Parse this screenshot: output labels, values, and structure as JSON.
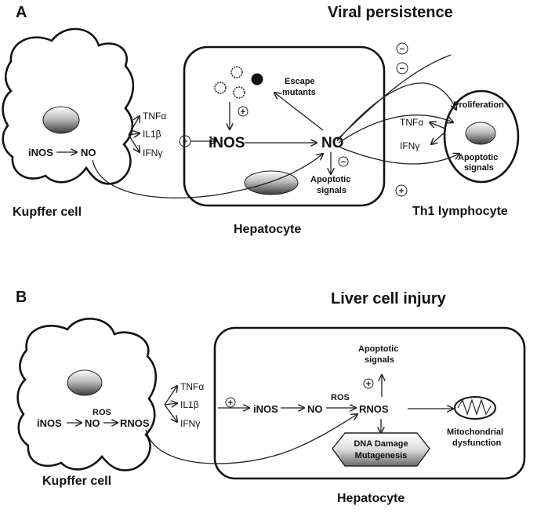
{
  "panel_a": {
    "label": "A",
    "title": "Viral persistence",
    "kupffer": {
      "inos": "iNOS",
      "no": "NO",
      "caption": "Kupffer cell"
    },
    "cytokines": [
      "TNFα",
      "IL1β",
      "IFNγ"
    ],
    "hepatocyte": {
      "caption": "Hepatocyte",
      "inos": "iNOS",
      "no": "NO",
      "escape_1": "Escape",
      "escape_2": "mutants",
      "apoptotic_1": "Apoptotic",
      "apoptotic_2": "signals"
    },
    "th1": {
      "caption": "Th1 lymphocyte",
      "proliferation": "Proliferation",
      "apoptotic_1": "Apoptotic",
      "apoptotic_2": "signals"
    },
    "th1_cytokines": [
      "TNFα",
      "IFNγ"
    ],
    "signs": {
      "plus": "+",
      "minus": "−"
    }
  },
  "panel_b": {
    "label": "B",
    "title": "Liver cell injury",
    "kupffer": {
      "inos": "iNOS",
      "no": "NO",
      "ros": "ROS",
      "rnos": "RNOS",
      "caption": "Kupffer cell"
    },
    "cytokines": [
      "TNFα",
      "IL1β",
      "IFNγ"
    ],
    "hepatocyte": {
      "caption": "Hepatocyte",
      "inos": "iNOS",
      "no": "NO",
      "ros": "ROS",
      "rnos": "RNOS",
      "apoptotic_1": "Apoptotic",
      "apoptotic_2": "signals",
      "dna_1": "DNA Damage",
      "dna_2": "Mutagenesis",
      "mito_1": "Mitochondrial",
      "mito_2": "dysfunction"
    },
    "signs": {
      "plus": "+"
    }
  }
}
